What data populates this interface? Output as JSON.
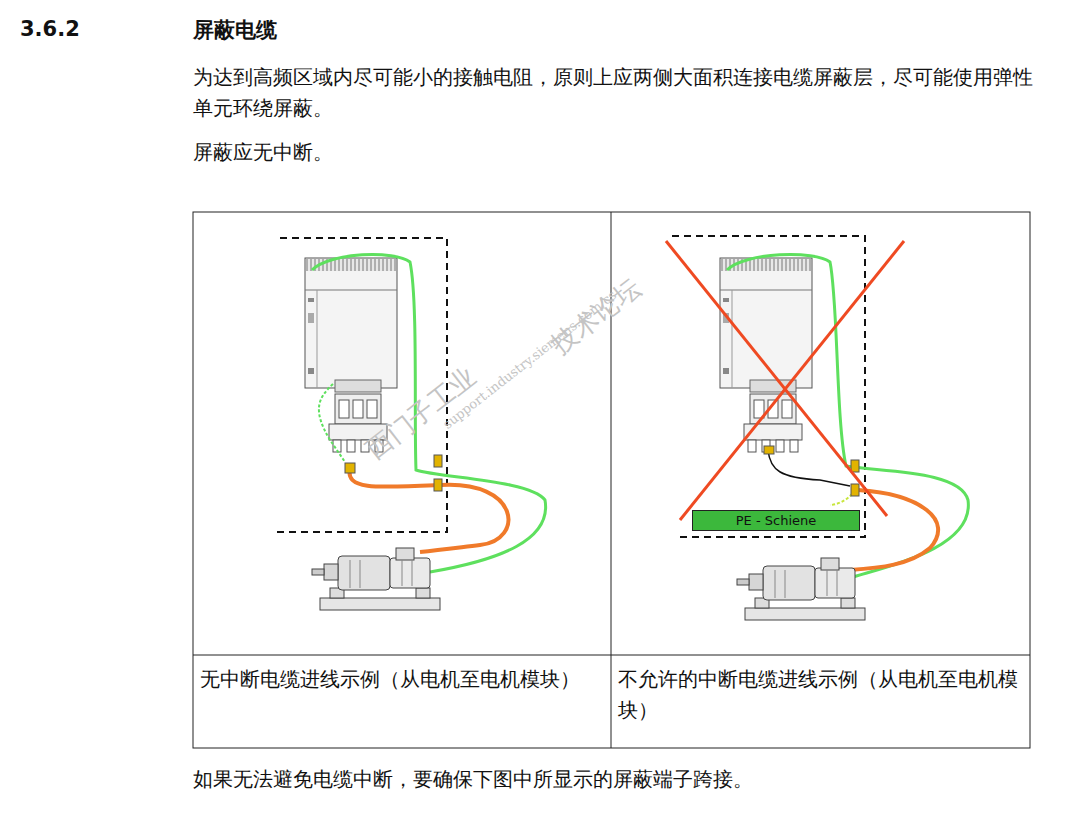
{
  "diagram": {
    "title": "屏蔽电缆",
    "nodes": [
      {
        "text": [
          "PE - Schiene"
        ]
      }
    ],
    "labels": [
      "3.6.2",
      "为达到高频区域内尽可能小的接触电阻，原则上应两侧大面积连接电缆屏蔽层，尽可能使用弹性单元环绕屏蔽。",
      "屏蔽应无中断。",
      "无中断电缆进线示例（从电机至电机模块）",
      "不允许的中断电缆进线示例（从电机至电机模块）",
      "如果无法避免电缆中断，要确保下图中所显示的屏蔽端子跨接。",
      "西门子工业",
      "技术论坛",
      "support.industry.siemens.com/cs"
    ]
  }
}
